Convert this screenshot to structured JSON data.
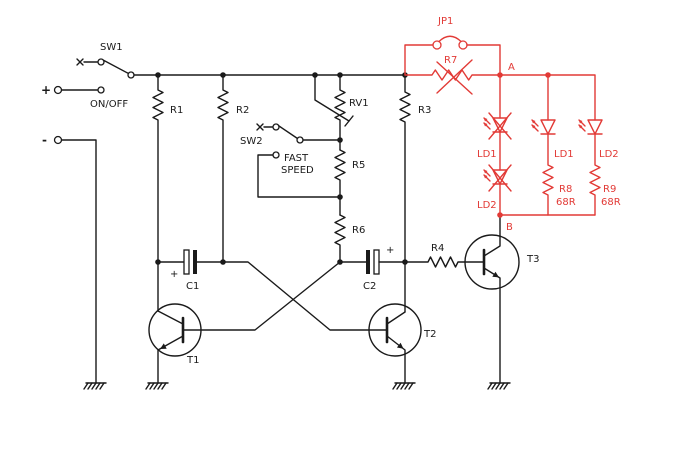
{
  "power": {
    "positive_label": "+",
    "negative_label": "-"
  },
  "switches": {
    "sw1": {
      "label": "SW1",
      "caption": "ON/OFF"
    },
    "sw2": {
      "label": "SW2",
      "caption_line1": "FAST",
      "caption_line2": "SPEED"
    }
  },
  "resistors": {
    "r1": "R1",
    "r2": "R2",
    "r3": "R3",
    "r4": "R4",
    "r5": "R5",
    "r6": "R6",
    "r7": "R7",
    "r8": {
      "label": "R8",
      "value": "68R"
    },
    "r9": {
      "label": "R9",
      "value": "68R"
    }
  },
  "trimmer": {
    "rv1": "RV1"
  },
  "capacitors": {
    "c1": {
      "label": "C1",
      "polarity": "+"
    },
    "c2": {
      "label": "C2",
      "polarity": "+"
    }
  },
  "transistors": {
    "t1": "T1",
    "t2": "T2",
    "t3": "T3"
  },
  "jumper": {
    "jp1": "JP1"
  },
  "nodes": {
    "a": "A",
    "b": "B"
  },
  "leds": {
    "crossed_out": [
      "LD1",
      "LD2"
    ],
    "parallel": [
      "LD1",
      "LD2"
    ]
  },
  "colors": {
    "wire": "#1a1a1a",
    "red_markup": "#e23a36"
  }
}
